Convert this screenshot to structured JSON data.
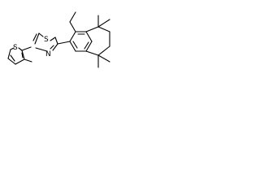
{
  "atoms": {
    "sulfur_thiophene": "S",
    "sulfur_thiazole": "S",
    "nitrogen_thiazole": "N"
  },
  "colors": {
    "ink": "#000000",
    "background": "#ffffff"
  }
}
